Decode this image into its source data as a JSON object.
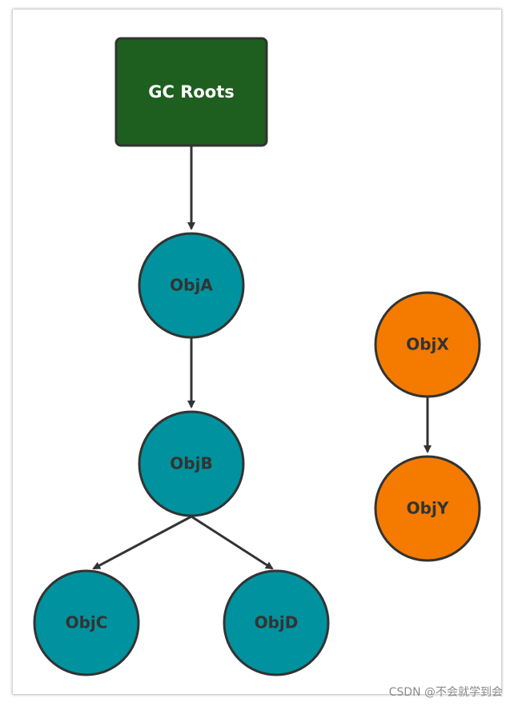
{
  "diagram": {
    "root": {
      "label": "GC Roots",
      "fill": "#1e5e1e"
    },
    "nodes": {
      "objA": "ObjA",
      "objB": "ObjB",
      "objC": "ObjC",
      "objD": "ObjD",
      "objX": "ObjX",
      "objY": "ObjY"
    },
    "colors": {
      "reachable": "#00929e",
      "unreachable": "#f47b00",
      "stroke": "#333333",
      "label": "#333333"
    }
  },
  "watermark": "CSDN @不会就学到会"
}
